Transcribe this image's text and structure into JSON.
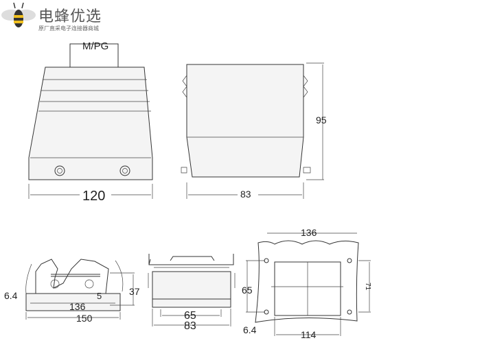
{
  "logo": {
    "title": "电蜂优选",
    "subtitle": "原厂直采电子连接器商城",
    "icon": "bee-icon"
  },
  "front_view": {
    "cable_entry_label": "M/PG",
    "width_label": "120"
  },
  "side_view": {
    "depth_label": "83",
    "height_label": "95"
  },
  "bottom_left_view": {
    "hole_label": "6.4",
    "inner_width_label": "136",
    "outer_width_label": "150",
    "flange_label": "5",
    "height_label": "37"
  },
  "bottom_mid_view": {
    "inner_label": "65",
    "outer_label": "83"
  },
  "cutout_view": {
    "top_label": "136",
    "height_label": "65",
    "outer_height_label": "71",
    "hole_label": "6.4",
    "width_label": "114"
  }
}
